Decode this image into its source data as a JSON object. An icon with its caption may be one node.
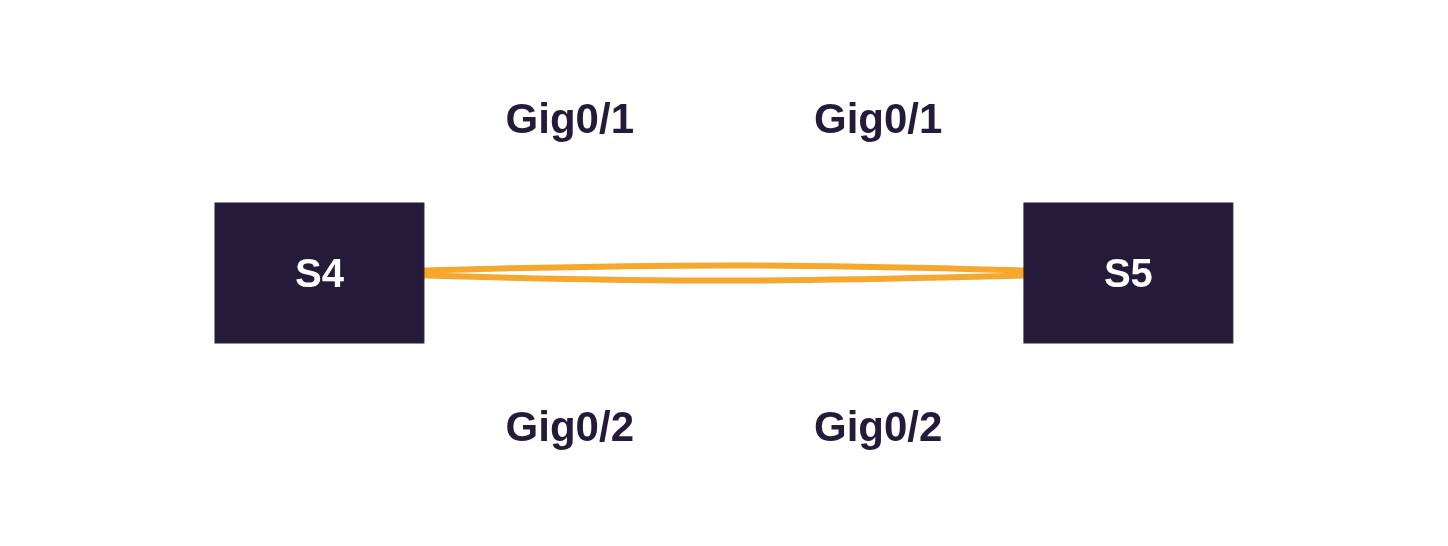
{
  "diagram": {
    "nodes": [
      {
        "text": [
          "S4"
        ]
      },
      {
        "text": [
          "S5"
        ]
      }
    ],
    "edges": [
      {
        "from": 0,
        "to": 1,
        "arrow": "none"
      },
      {
        "from": 0,
        "to": 1,
        "arrow": "none"
      }
    ],
    "labels": [
      "Gig0/1",
      "Gig0/1",
      "Gig0/2",
      "Gig0/2"
    ]
  }
}
